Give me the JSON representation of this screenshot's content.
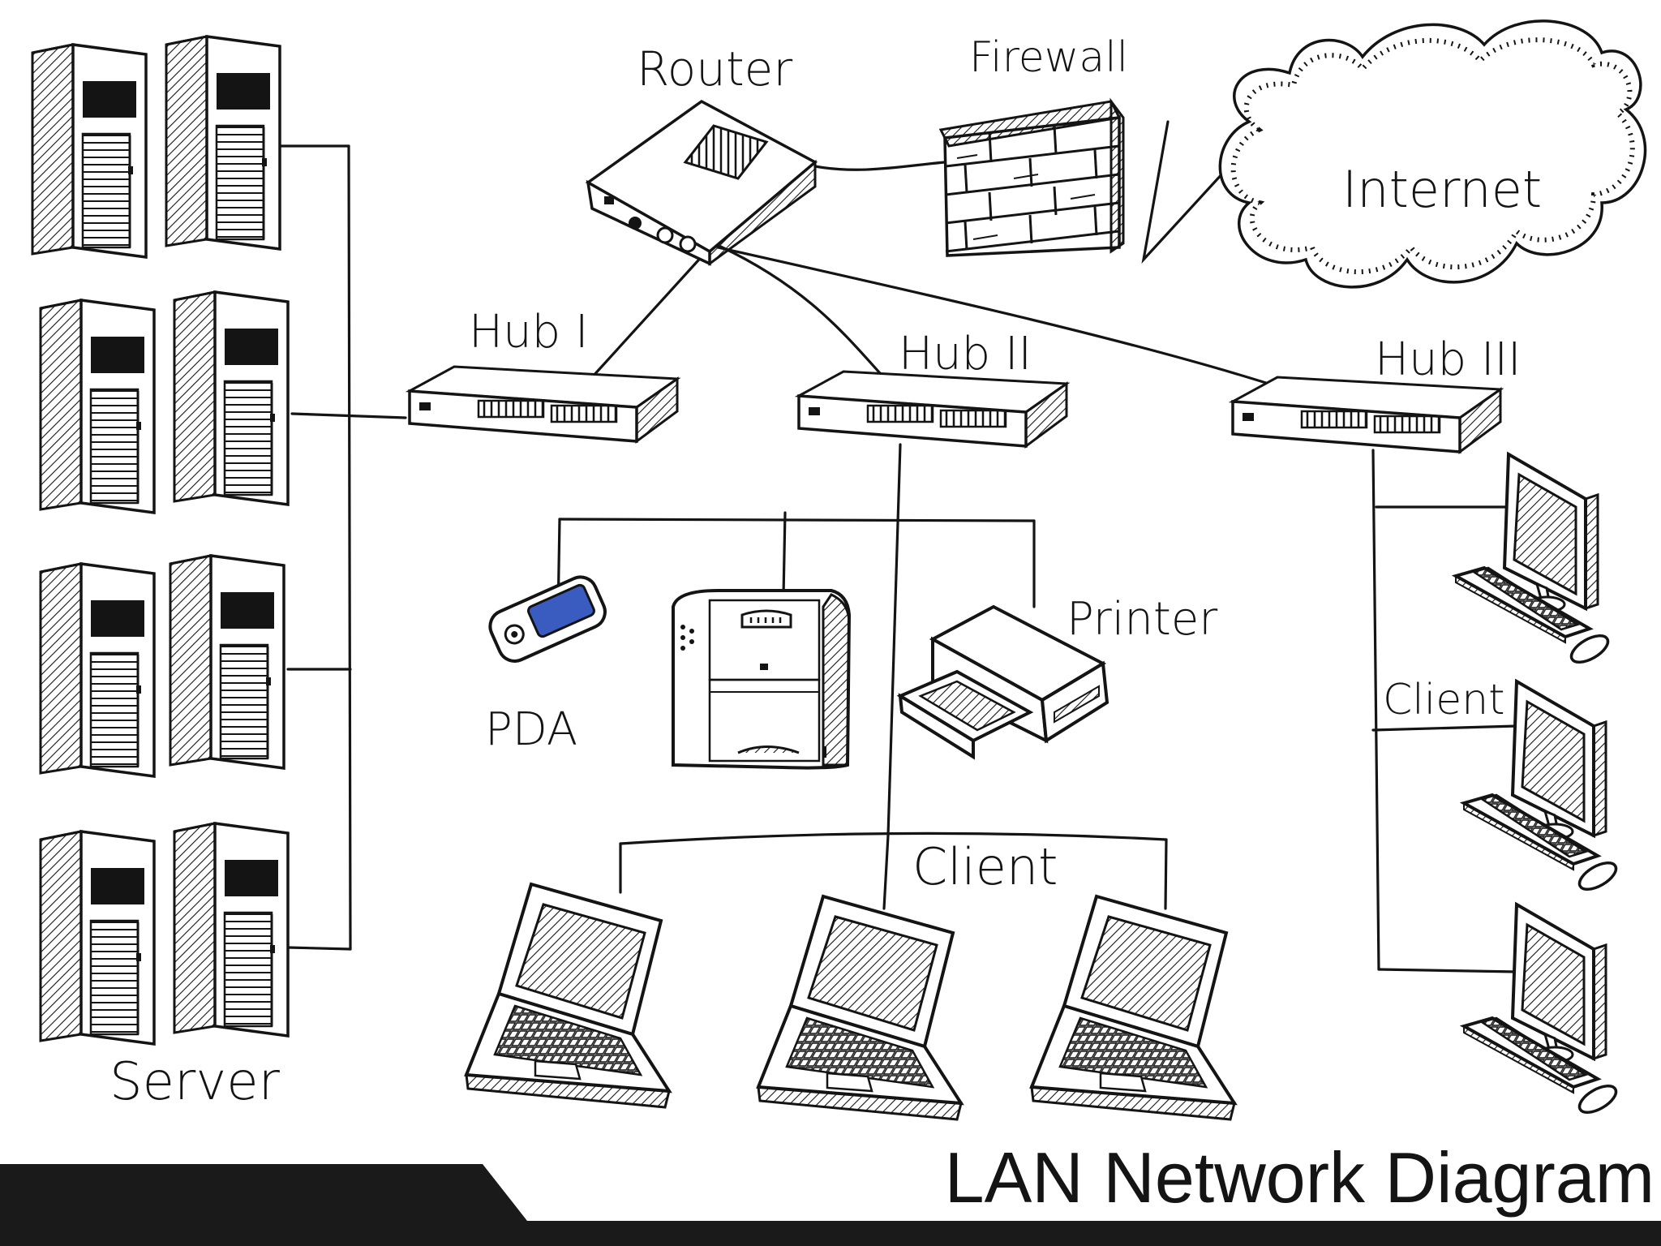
{
  "title": "LAN Network Diagram",
  "colors": {
    "ink": "#141414",
    "paper": "#ffffff",
    "pda_screen": "#3a5bbf",
    "title_bar": "#1a1a1a"
  },
  "labels": {
    "router": "Router",
    "firewall": "Firewall",
    "internet": "Internet",
    "hub1": "Hub I",
    "hub2": "Hub II",
    "hub3": "Hub III",
    "pda": "PDA",
    "printer": "Printer",
    "client_laptops": "Client",
    "client_desktops": "Client",
    "server": "Server"
  },
  "icons": {
    "server": "server-tower-icon",
    "router": "router-icon",
    "firewall": "brick-wall-icon",
    "internet": "cloud-icon",
    "hub": "network-hub-icon",
    "pda": "pda-icon",
    "laser_printer": "laser-printer-icon",
    "inkjet_printer": "inkjet-printer-icon",
    "laptop": "laptop-icon",
    "desktop": "desktop-computer-icon"
  }
}
